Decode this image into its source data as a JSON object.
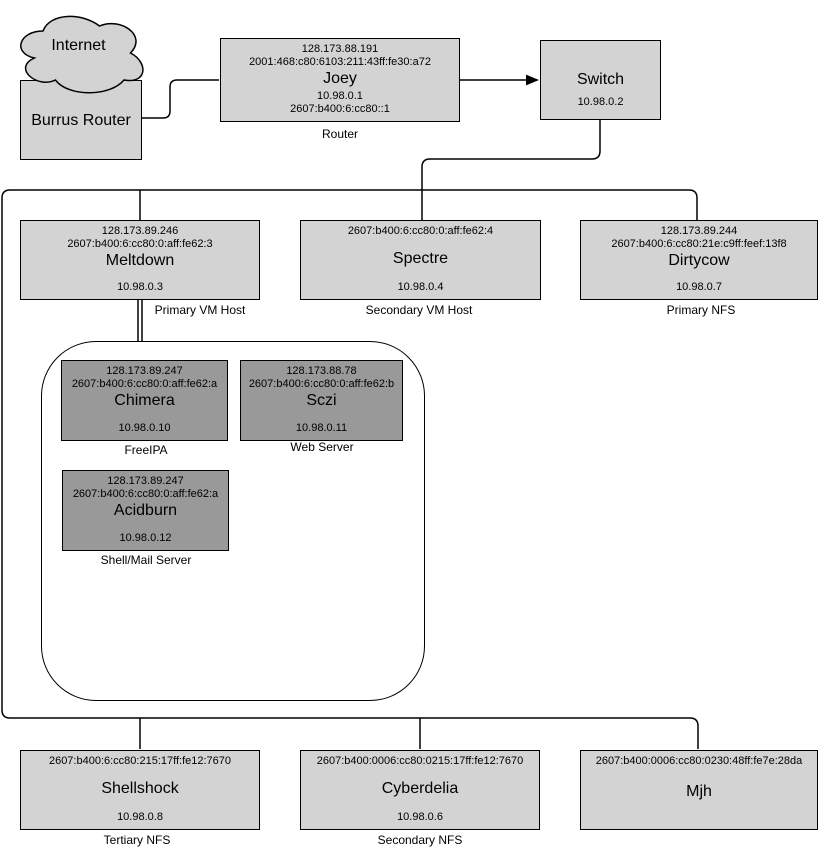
{
  "diagram_title": "Network topology diagram",
  "palette": {
    "node_fill": "#d3d3d3",
    "inner_node_fill": "#999999",
    "line_color": "#000000",
    "background": "#ffffff"
  },
  "nodes": {
    "internet": {
      "name": "Internet"
    },
    "burrus": {
      "name": "Burrus Router"
    },
    "joey": {
      "ip4": "128.173.88.191",
      "ip6": "2001:468:c80:6103:211:43ff:fe30:a72",
      "name": "Joey",
      "ip4b": "10.98.0.1",
      "ip6b": "2607:b400:6:cc80::1",
      "caption": "Router"
    },
    "switch": {
      "name": "Switch",
      "ip4b": "10.98.0.2"
    },
    "meltdown": {
      "ip4": "128.173.89.246",
      "ip6": "2607:b400:6:cc80:0:aff:fe62:3",
      "name": "Meltdown",
      "ip4b": "10.98.0.3",
      "caption": "Primary VM Host"
    },
    "spectre": {
      "ip6": "2607:b400:6:cc80:0:aff:fe62:4",
      "name": "Spectre",
      "ip4b": "10.98.0.4",
      "caption": "Secondary VM Host"
    },
    "dirtycow": {
      "ip4": "128.173.89.244",
      "ip6": "2607:b400:6:cc80:21e:c9ff:feef:13f8",
      "name": "Dirtycow",
      "ip4b": "10.98.0.7",
      "caption": "Primary NFS"
    },
    "chimera": {
      "ip4": "128.173.89.247",
      "ip6": "2607:b400:6:cc80:0:aff:fe62:a",
      "name": "Chimera",
      "ip4b": "10.98.0.10",
      "caption": "FreeIPA"
    },
    "sczi": {
      "ip4": "128.173.88.78",
      "ip6": "2607:b400:6:cc80:0:aff:fe62:b",
      "name": "Sczi",
      "ip4b": "10.98.0.11",
      "caption": "Web Server"
    },
    "acidburn": {
      "ip4": "128.173.89.247",
      "ip6": "2607:b400:6:cc80:0:aff:fe62:a",
      "name": "Acidburn",
      "ip4b": "10.98.0.12",
      "caption": "Shell/Mail Server"
    },
    "shellshock": {
      "ip6": "2607:b400:6:cc80:215:17ff:fe12:7670",
      "name": "Shellshock",
      "ip4b": "10.98.0.8",
      "caption": "Tertiary NFS"
    },
    "cyberdelia": {
      "ip6": "2607:b400:0006:cc80:0215:17ff:fe12:7670",
      "name": "Cyberdelia",
      "ip4b": "10.98.0.6",
      "caption": "Secondary NFS"
    },
    "mjh": {
      "ip6": "2607:b400:0006:cc80:0230:48ff:fe7e:28da",
      "name": "Mjh"
    }
  }
}
